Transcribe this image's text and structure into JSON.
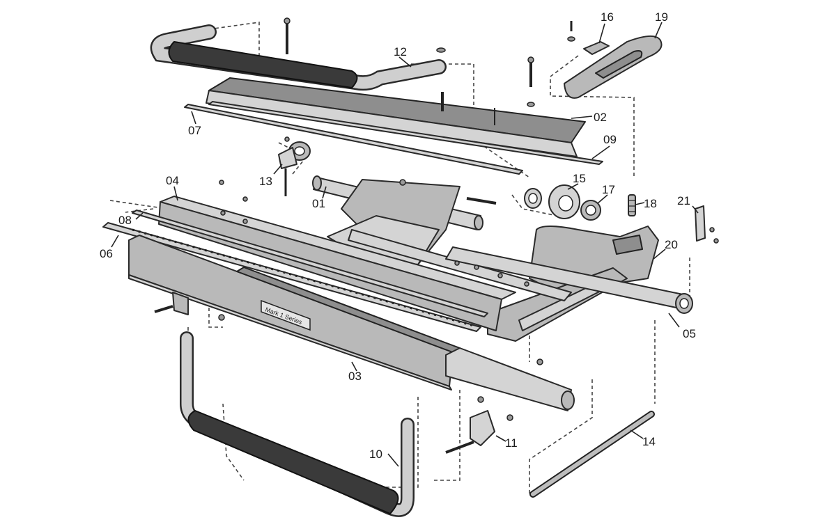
{
  "diagram": {
    "nameplate_text": "Mark 1 Series",
    "callouts": [
      {
        "id": "p01",
        "label": "01"
      },
      {
        "id": "p02",
        "label": "02"
      },
      {
        "id": "p03",
        "label": "03"
      },
      {
        "id": "p04",
        "label": "04"
      },
      {
        "id": "p05",
        "label": "05"
      },
      {
        "id": "p06",
        "label": "06"
      },
      {
        "id": "p07",
        "label": "07"
      },
      {
        "id": "p08",
        "label": "08"
      },
      {
        "id": "p09",
        "label": "09"
      },
      {
        "id": "p10",
        "label": "10"
      },
      {
        "id": "p11",
        "label": "11"
      },
      {
        "id": "p12",
        "label": "12"
      },
      {
        "id": "p13",
        "label": "13"
      },
      {
        "id": "p14",
        "label": "14"
      },
      {
        "id": "p15",
        "label": "15"
      },
      {
        "id": "p16",
        "label": "16"
      },
      {
        "id": "p17",
        "label": "17"
      },
      {
        "id": "p18",
        "label": "18"
      },
      {
        "id": "p19",
        "label": "19"
      },
      {
        "id": "p20",
        "label": "20"
      },
      {
        "id": "p21",
        "label": "21"
      }
    ]
  }
}
